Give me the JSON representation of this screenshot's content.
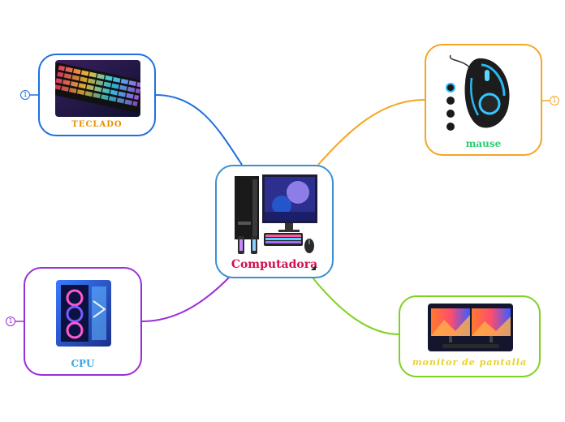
{
  "central": {
    "label": "Computadora"
  },
  "topics": [
    {
      "id": "teclado",
      "label": "TECLADO",
      "collapsed_count": "1",
      "color": "#1f6fe0",
      "label_color": "#e98f00"
    },
    {
      "id": "mause",
      "label": "mause",
      "collapsed_count": "1",
      "color": "#f5a623",
      "label_color": "#2ecc71"
    },
    {
      "id": "cpu",
      "label": "CPU",
      "collapsed_count": "1",
      "color": "#9a2fd6",
      "label_color": "#3aa7e6"
    },
    {
      "id": "monitor",
      "label": "monitor de pantalla",
      "color": "#7ed321",
      "label_color": "#e8d230"
    }
  ],
  "colors": {
    "central_border": "#3b8fd0",
    "central_label": "#d0104c"
  }
}
